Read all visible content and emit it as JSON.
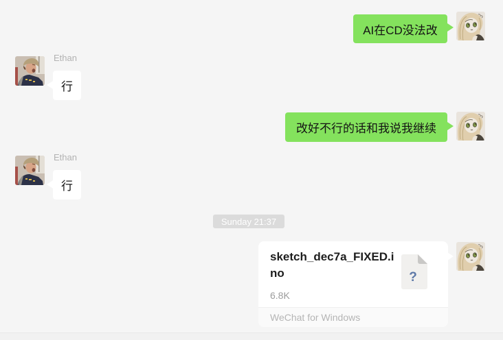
{
  "app": "WeChat",
  "colors": {
    "background": "#f5f5f5",
    "bubble_sent": "#84e25d",
    "bubble_received": "#ffffff",
    "bubble_text": "#141414",
    "sender_name": "#b2b2b2",
    "timestamp_bg": "#dbdbdb",
    "timestamp_text": "#ffffff",
    "file_title": "#1d1d1d",
    "file_meta": "#9c9c9c",
    "file_footer_text": "#b5b5b5",
    "file_icon_body": "#f1f0ee",
    "file_icon_fold": "#c9c8c6",
    "file_icon_question": "#5e79a8"
  },
  "chat": {
    "contact_name": "Ethan",
    "messages": [
      {
        "type": "text",
        "side": "sent",
        "text": "AI在CD没法改"
      },
      {
        "type": "text",
        "side": "received",
        "sender": "Ethan",
        "text": "行"
      },
      {
        "type": "text",
        "side": "sent",
        "text": "改好不行的话和我说我继续"
      },
      {
        "type": "text",
        "side": "received",
        "sender": "Ethan",
        "text": "行"
      },
      {
        "type": "system-timestamp",
        "text": "Sunday 21:37"
      },
      {
        "type": "file",
        "side": "sent",
        "file": {
          "name": "sketch_dec7a_FIXED.ino",
          "size": "6.8K",
          "source": "WeChat for Windows",
          "icon": "unknown-file-question-icon",
          "icon_glyph": "?"
        }
      }
    ]
  }
}
